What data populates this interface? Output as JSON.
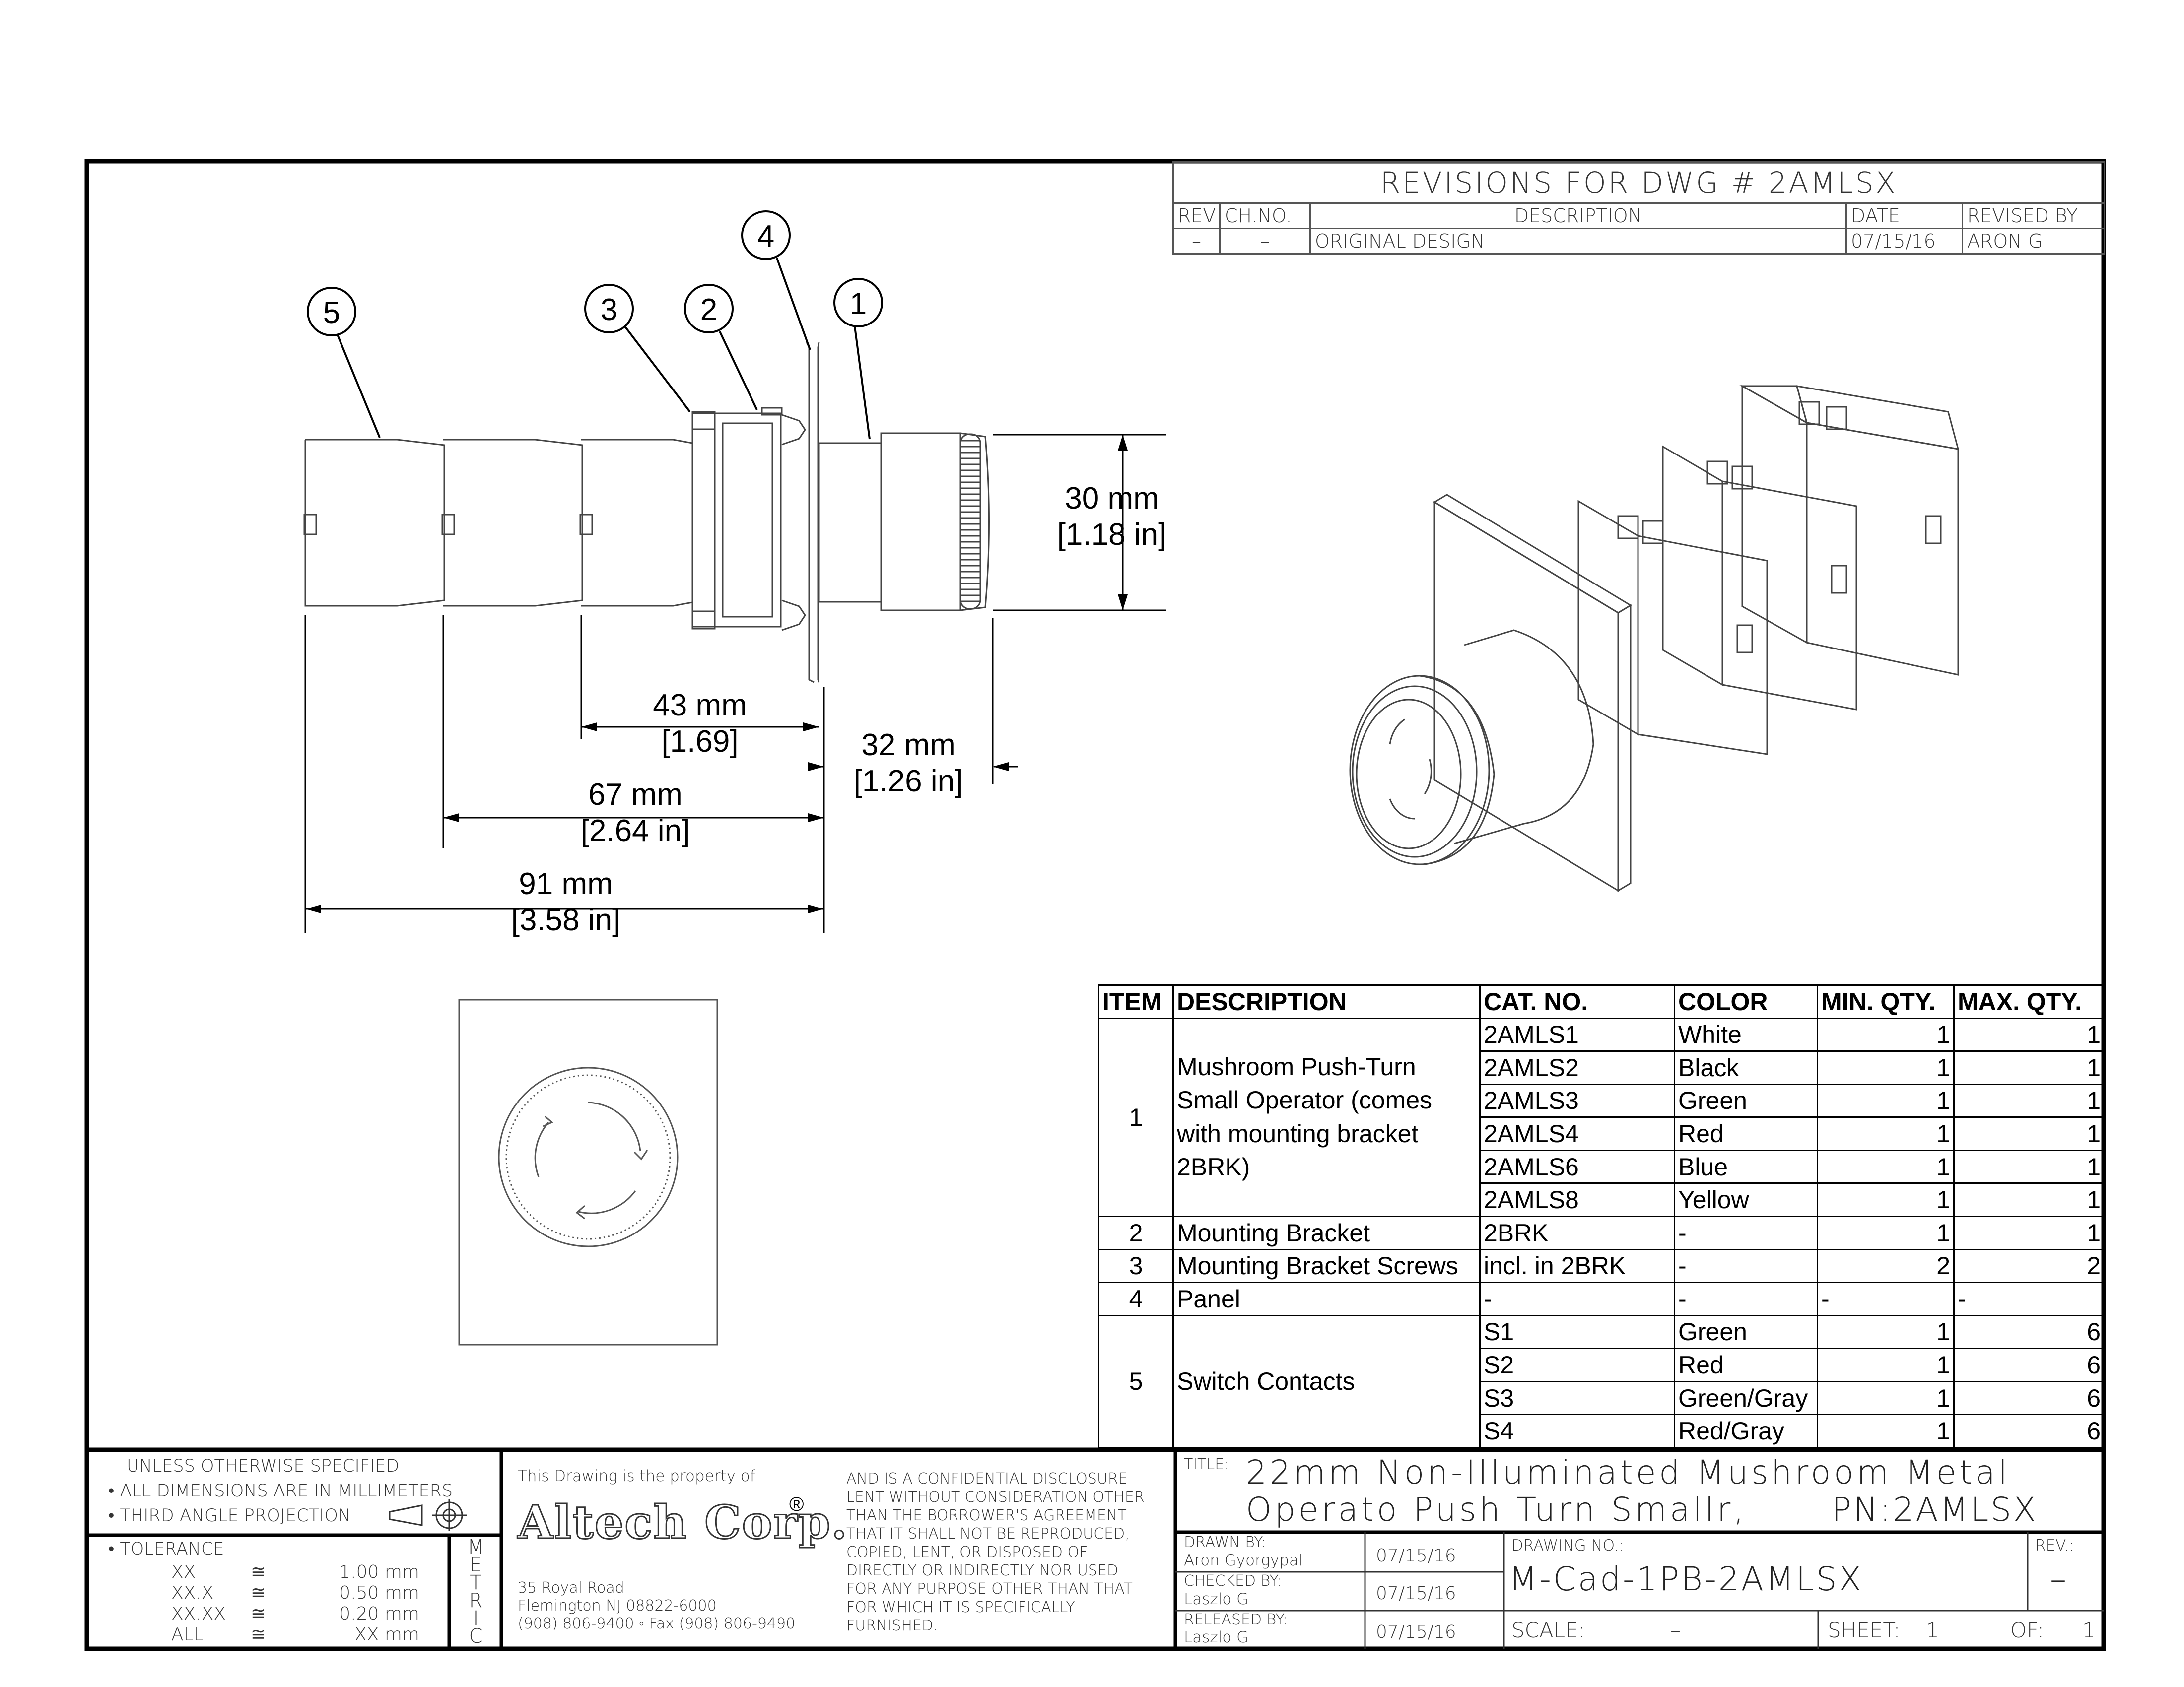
{
  "callouts": [
    "5",
    "3",
    "2",
    "4",
    "1"
  ],
  "dimensions": {
    "height": {
      "mm": "30 mm",
      "in": "[1.18 in]"
    },
    "d43": {
      "mm": "43 mm",
      "in": "[1.69]"
    },
    "d32": {
      "mm": "32 mm",
      "in": "[1.26 in]"
    },
    "d67": {
      "mm": "67 mm",
      "in": "[2.64 in]"
    },
    "d91": {
      "mm": "91 mm",
      "in": "[3.58 in]"
    }
  },
  "revisions": {
    "title": "REVISIONS FOR DWG # 2AMLSX",
    "headers": [
      "REV",
      "CH.NO.",
      "DESCRIPTION",
      "DATE",
      "REVISED BY"
    ],
    "row": [
      "–",
      "–",
      "ORIGINAL DESIGN",
      "07/15/16",
      "ARON G"
    ]
  },
  "bom": {
    "headers": [
      "ITEM",
      "DESCRIPTION",
      "CAT. NO.",
      "COLOR",
      "MIN. QTY.",
      "MAX. QTY."
    ],
    "item1": {
      "item": "1",
      "description": "Mushroom Push-Turn Small Operator (comes with mounting bracket 2BRK)",
      "rows": [
        {
          "cat": "2AMLS1",
          "color": "White",
          "min": "1",
          "max": "1"
        },
        {
          "cat": "2AMLS2",
          "color": "Black",
          "min": "1",
          "max": "1"
        },
        {
          "cat": "2AMLS3",
          "color": "Green",
          "min": "1",
          "max": "1"
        },
        {
          "cat": "2AMLS4",
          "color": "Red",
          "min": "1",
          "max": "1"
        },
        {
          "cat": "2AMLS6",
          "color": "Blue",
          "min": "1",
          "max": "1"
        },
        {
          "cat": "2AMLS8",
          "color": "Yellow",
          "min": "1",
          "max": "1"
        }
      ]
    },
    "item2": {
      "item": "2",
      "description": "Mounting Bracket",
      "cat": "2BRK",
      "color": "-",
      "min": "1",
      "max": "1"
    },
    "item3": {
      "item": "3",
      "description": "Mounting Bracket Screws",
      "cat": "incl. in 2BRK",
      "color": "-",
      "min": "2",
      "max": "2"
    },
    "item4": {
      "item": "4",
      "description": "Panel",
      "cat": "-",
      "color": "-",
      "min": "-",
      "max": "-"
    },
    "item5": {
      "item": "5",
      "description": "Switch Contacts",
      "rows": [
        {
          "cat": "S1",
          "color": "Green",
          "min": "1",
          "max": "6"
        },
        {
          "cat": "S2",
          "color": "Red",
          "min": "1",
          "max": "6"
        },
        {
          "cat": "S3",
          "color": "Green/Gray",
          "min": "1",
          "max": "6"
        },
        {
          "cat": "S4",
          "color": "Red/Gray",
          "min": "1",
          "max": "6"
        }
      ]
    }
  },
  "title_block": {
    "notes": {
      "unless": "UNLESS OTHERWISE SPECIFIED",
      "all_dims": "ALL DIMENSIONS ARE IN MILLIMETERS",
      "projection": "THIRD ANGLE PROJECTION"
    },
    "tolerance": {
      "label": "TOLERANCE",
      "rows": [
        {
          "fmt": "XX",
          "sym": "≅",
          "val": "1.00 mm"
        },
        {
          "fmt": "XX.X",
          "sym": "≅",
          "val": "0.50 mm"
        },
        {
          "fmt": "XX.XX",
          "sym": "≅",
          "val": "0.20 mm"
        },
        {
          "fmt": "ALL",
          "sym": "≅",
          "val": "XX mm"
        }
      ]
    },
    "metric": [
      "M",
      "E",
      "T",
      "R",
      "I",
      "C"
    ],
    "property_line": "This Drawing is the property of",
    "company_logo": "Altech Corp.",
    "registered": "®",
    "address1": "35 Royal Road",
    "address2": "Flemington NJ 08822-6000",
    "phone": "(908) 806-9400 ◦ Fax (908) 806-9490",
    "disclosure": [
      "AND IS A CONFIDENTIAL DISCLOSURE",
      "LENT WITHOUT CONSIDERATION OTHER",
      "THAN THE BORROWER'S AGREEMENT",
      "THAT IT SHALL NOT BE REPRODUCED,",
      "COPIED, LENT, OR DISPOSED OF",
      "DIRECTLY OR INDIRECTLY NOR USED",
      "FOR ANY PURPOSE OTHER THAN THAT",
      "FOR WHICH IT IS SPECIFICALLY",
      "FURNISHED."
    ],
    "title_label": "TITLE:",
    "title_line1": "22mm Non-Illuminated Mushroom Metal",
    "title_line2": "Operato Push Turn Smallr,",
    "part_number": "PN:2AMLSX",
    "drawn_by_label": "DRAWN BY:",
    "drawn_by": "Aron Gyorgypal",
    "drawn_date": "07/15/16",
    "checked_by_label": "CHECKED BY:",
    "checked_by": "Laszlo G",
    "checked_date": "07/15/16",
    "released_by_label": "RELEASED BY:",
    "released_by": "Laszlo G",
    "released_date": "07/15/16",
    "drawing_no_label": "DRAWING NO.:",
    "drawing_no": "M-Cad-1PB-2AMLSX",
    "rev_label": "REV.:",
    "rev": "–",
    "scale_label": "SCALE:",
    "scale": "–",
    "sheet_label": "SHEET:",
    "sheet": "1",
    "of_label": "OF:",
    "of": "1"
  }
}
